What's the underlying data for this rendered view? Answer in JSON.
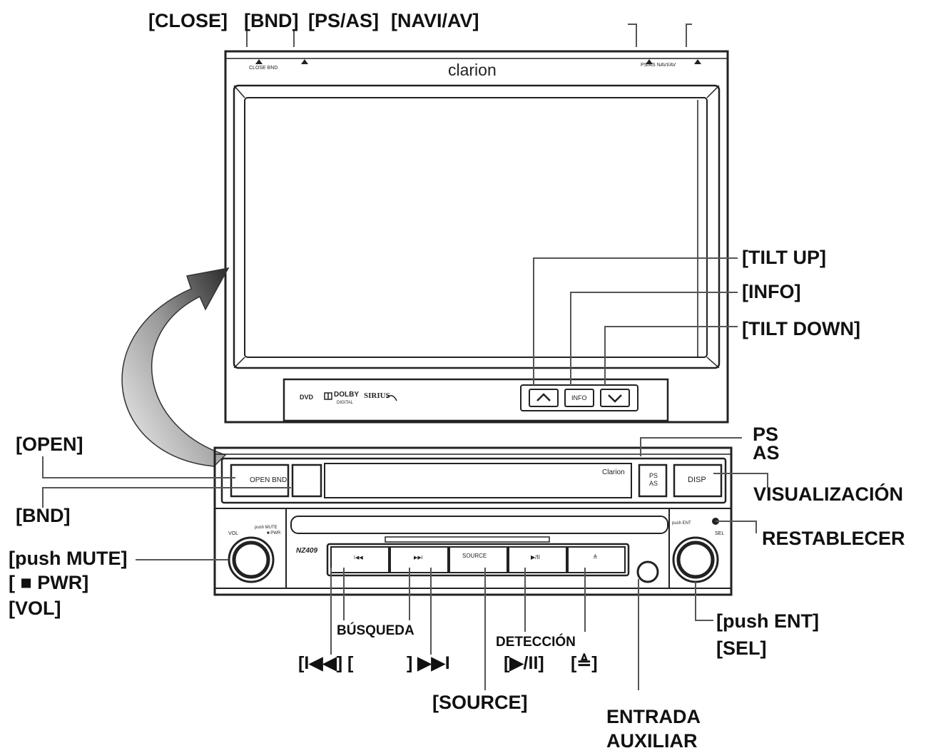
{
  "callouts": {
    "close": "[CLOSE]",
    "bnd_top": "[BND]",
    "ps_as_top": "[PS/AS]",
    "navi_av": "[NAVI/AV]",
    "tilt_up": "[TILT UP]",
    "info": "[INFO]",
    "tilt_down": "[TILT DOWN]",
    "open": "[OPEN]",
    "bnd_side": "[BND]",
    "ps": "PS",
    "as": "AS",
    "visualizacion": "VISUALIZACIÓN",
    "restablecer": "RESTABLECER",
    "push_mute": "[push MUTE]",
    "pwr": "[ ■ PWR]",
    "vol": "[VOL]",
    "busqueda": "BÚSQUEDA",
    "prev_bracket": "[I◀◀] [",
    "next_bracket": "] ▶▶I",
    "deteccion": "DETECCIÓN",
    "play_pause": "[▶/II]",
    "eject": "[≜]",
    "source": "[SOURCE]",
    "entrada": "ENTRADA",
    "auxiliar": "AUXILIAR",
    "push_ent": "[push ENT]",
    "sel": "[SEL]"
  },
  "device": {
    "brand_top": "clarion",
    "brand_panel": "Clarion",
    "close_bnd_print": "CLOSE BND",
    "ps_as_navi_print": "PS/AS NAVI/AV",
    "dvd_logo": "DVD",
    "dolby_logo": "DOLBY",
    "dolby_digital": "DIGITAL",
    "sirius_logo": "SIRIUS",
    "info_button": "INFO",
    "open_bnd_button": "OPEN BND",
    "ps_button_line1": "PS",
    "ps_button_line2": "AS",
    "disp_button": "DISP",
    "model": "NZ409",
    "vol_print": "VOL",
    "push_mute_print": "push MUTE",
    "pwr_print": "■ PWR",
    "push_ent_print": "push ENT",
    "sel_print": "SEL",
    "source_button": "SOURCE",
    "prev_button": "I◀◀",
    "next_button": "▶▶I",
    "play_button": "▶/II",
    "eject_button": "≜"
  }
}
